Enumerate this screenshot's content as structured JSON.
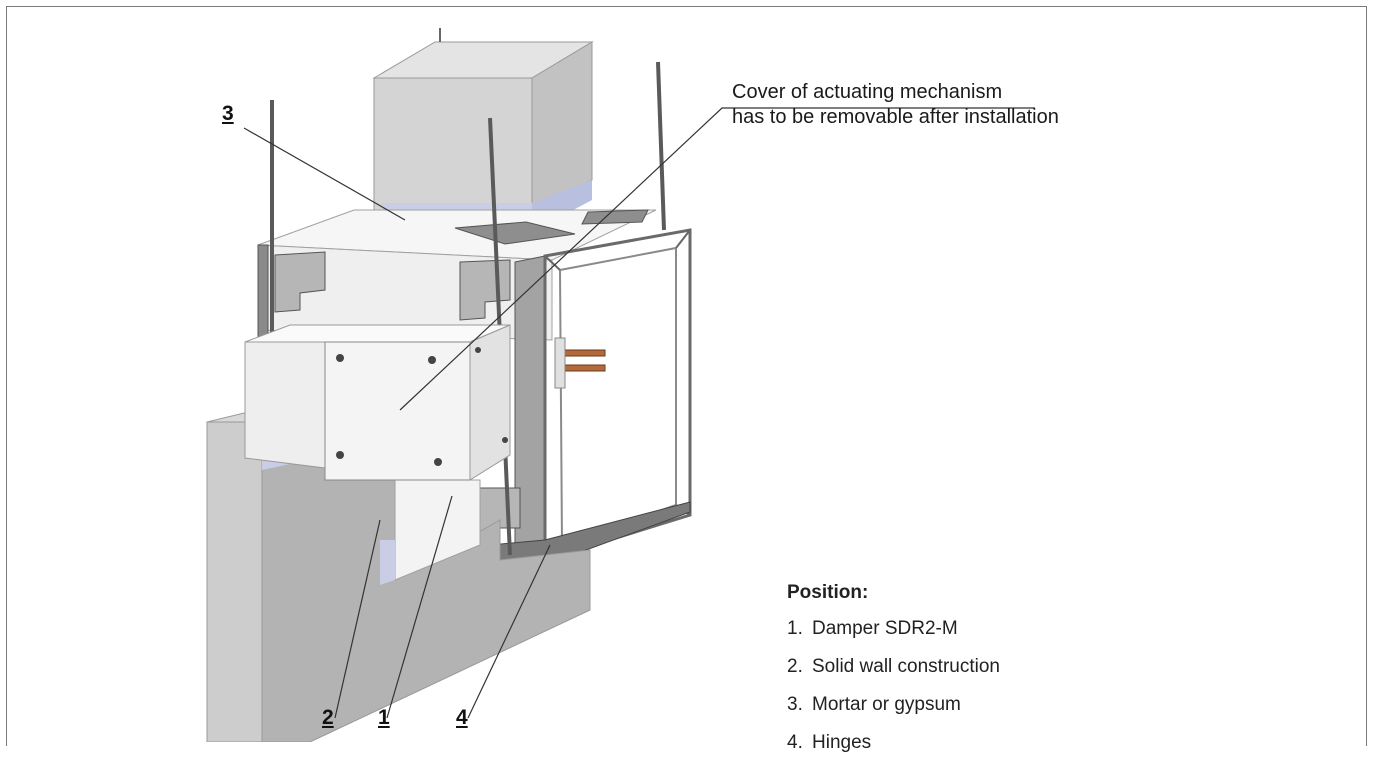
{
  "callout": {
    "line1": "Cover of actuating mechanism",
    "line2": "has to be removable after installation"
  },
  "legend": {
    "title": "Position:",
    "items": [
      {
        "num": "1.",
        "label": "Damper SDR2-M"
      },
      {
        "num": "2.",
        "label": "Solid wall construction"
      },
      {
        "num": "3.",
        "label": "Mortar or gypsum"
      },
      {
        "num": "4.",
        "label": "Hinges"
      }
    ]
  },
  "labels": {
    "one": "1",
    "two": "2",
    "three": "3",
    "four": "4"
  },
  "colors": {
    "wall": "#b3b3b3",
    "wall_light": "#d8d8d8",
    "mortar": "#c9cde6",
    "frame_metal": "#9a9a9a",
    "damper_body": "#f3f3f3",
    "copper": "#b36a3a"
  }
}
